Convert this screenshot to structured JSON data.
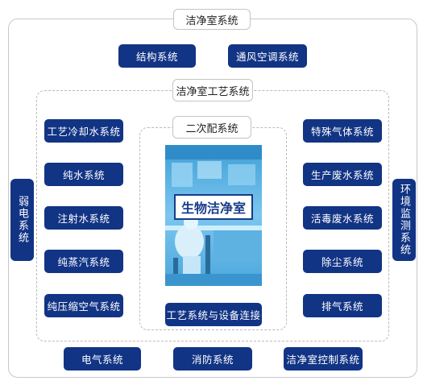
{
  "colors": {
    "box_fill": "#123485",
    "frame_line": "#c8c8c8",
    "photo_tint": "#5fb4e8"
  },
  "outer": {
    "title": "洁净室系统"
  },
  "top_boxes": [
    "结构系统",
    "通风空调系统"
  ],
  "process": {
    "title": "洁净室工艺系统"
  },
  "left_boxes": [
    "工艺冷却水系统",
    "纯水系统",
    "注射水系统",
    "纯蒸汽系统",
    "纯压缩空气系统"
  ],
  "right_boxes": [
    "特殊气体系统",
    "生产废水系统",
    "活毒废水系统",
    "除尘系统",
    "排气系统"
  ],
  "center": {
    "title": "二次配系统",
    "photo_label": "生物洁净室",
    "photo_icon": "cleanroom-photo",
    "connect_box": "工艺系统与设备连接"
  },
  "side_left": "弱电系统",
  "side_right": "环境监测系统",
  "bottom_boxes": [
    "电气系统",
    "消防系统",
    "洁净室控制系统"
  ]
}
